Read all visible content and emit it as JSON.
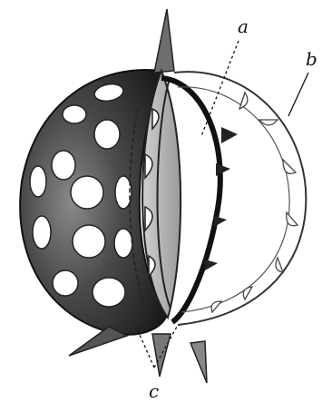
{
  "figure": {
    "labels": {
      "a": "a",
      "b": "b",
      "c": "c"
    }
  }
}
